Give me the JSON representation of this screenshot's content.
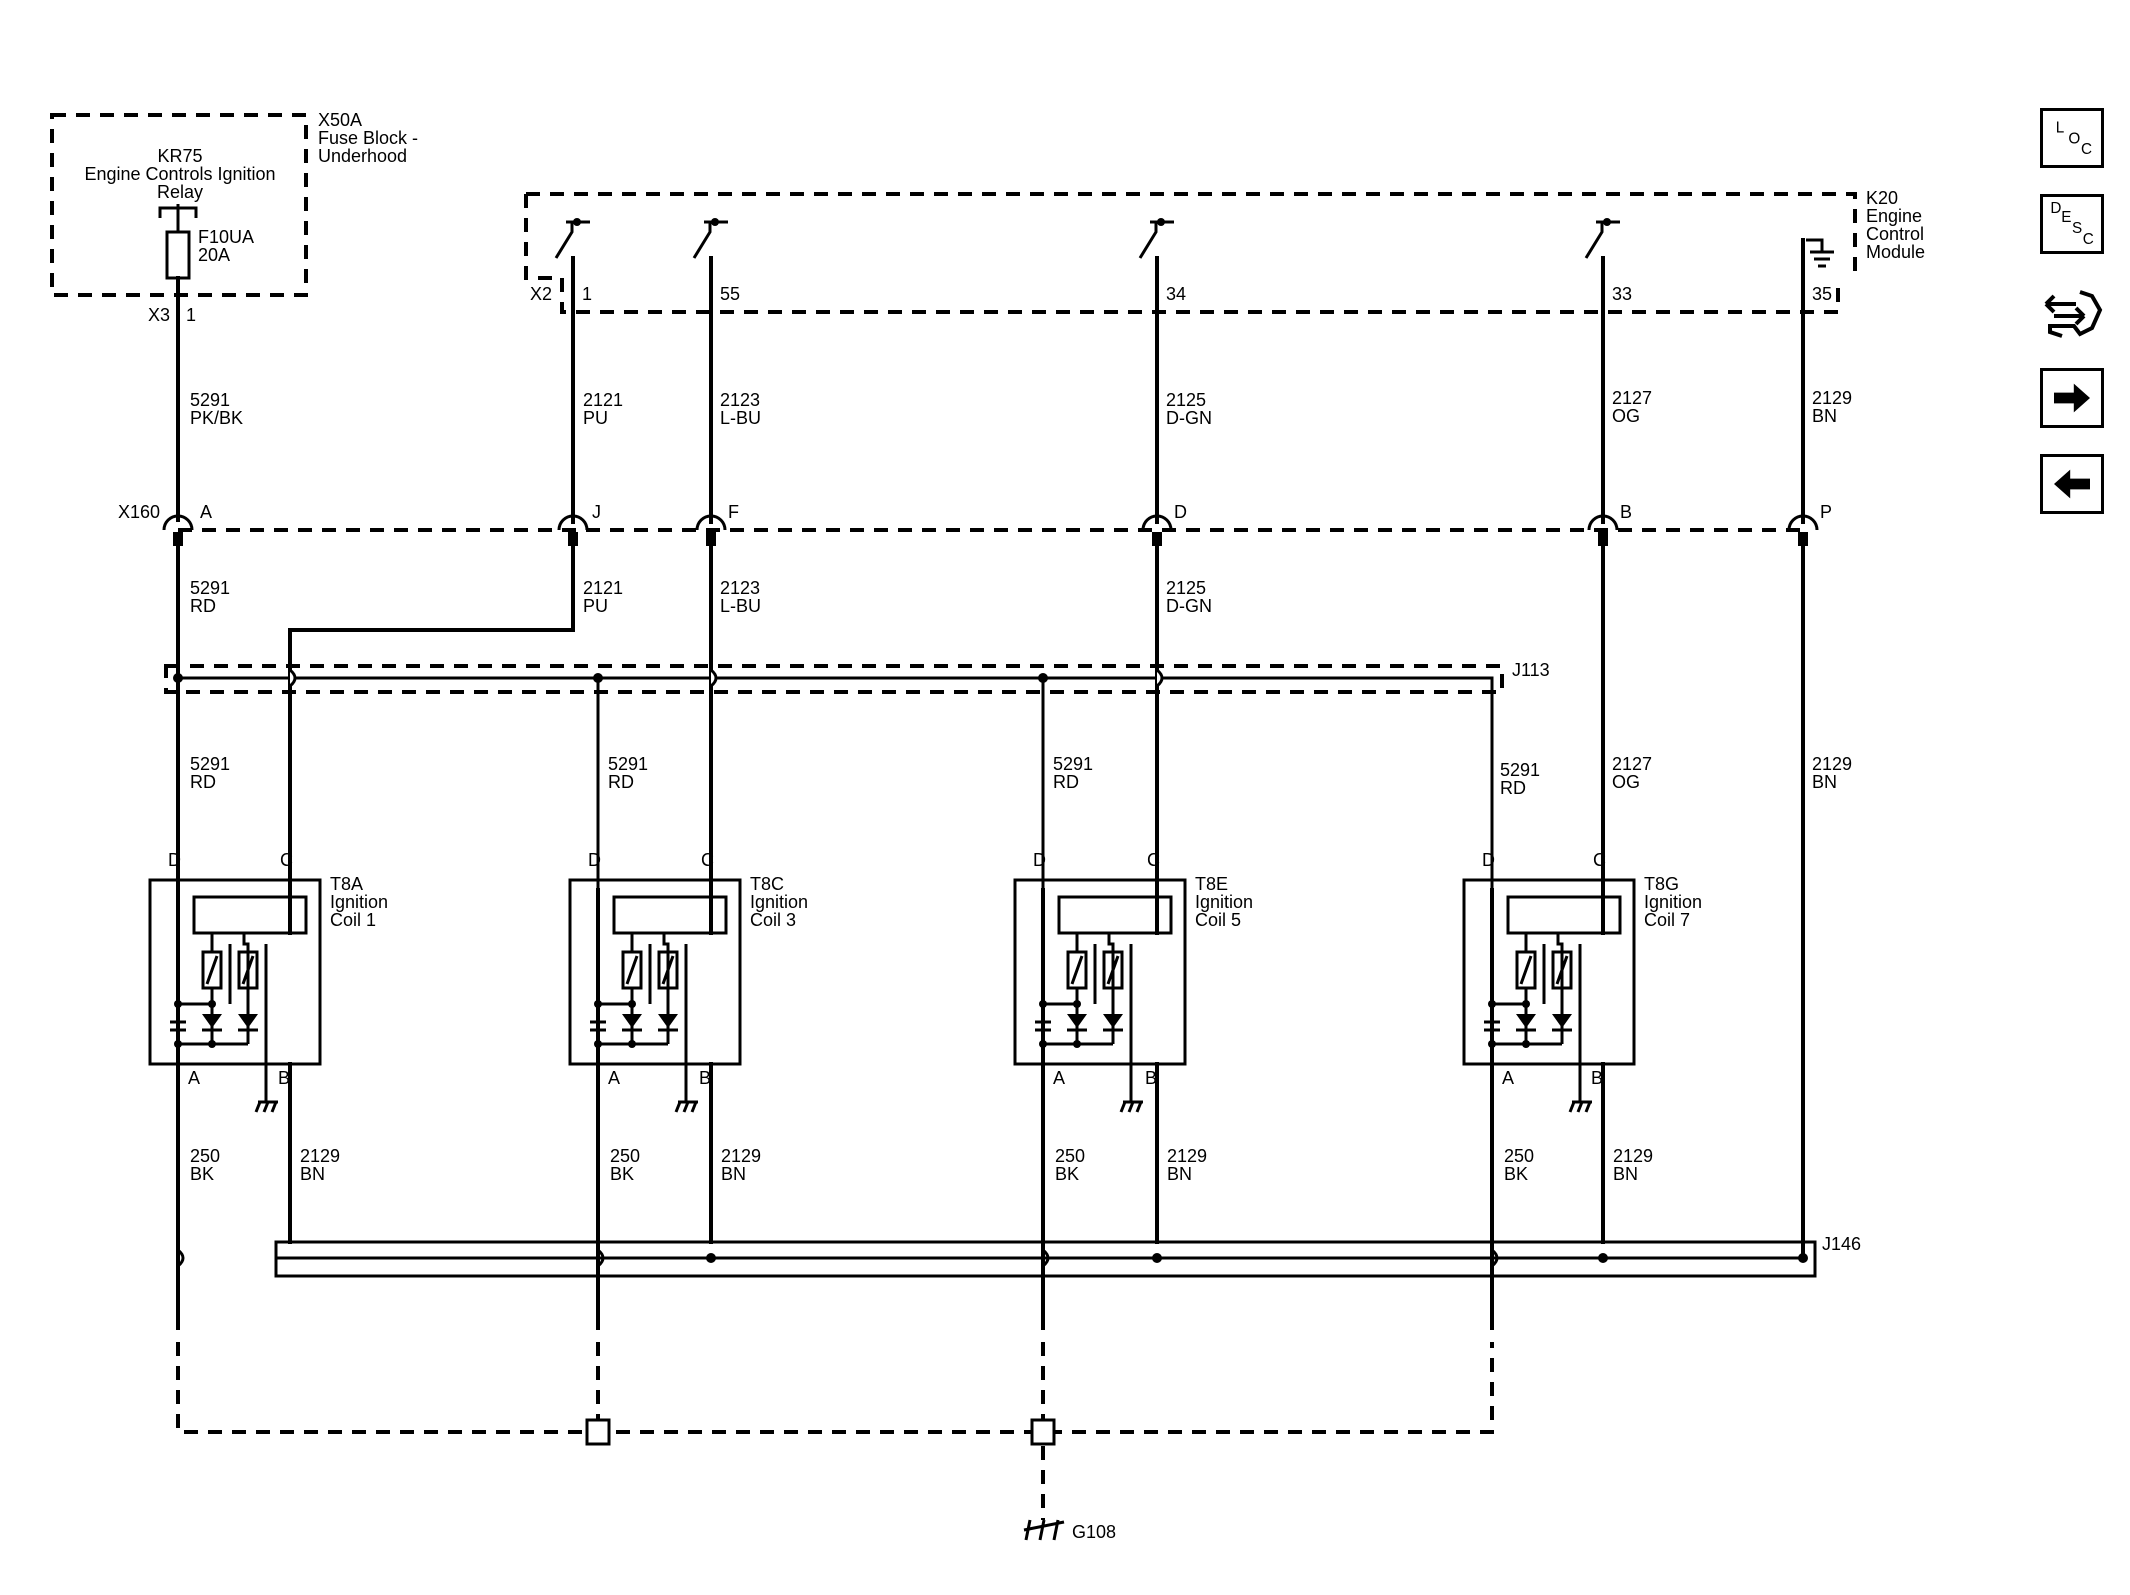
{
  "relay_box": {
    "id": "X50A",
    "title_lines": [
      "Fuse Block -",
      "Underhood"
    ],
    "relay_id": "KR75",
    "relay_name": "Engine Controls Ignition",
    "relay_name2": "Relay",
    "fuse_id": "F10UA",
    "fuse_rating": "20A",
    "connector": "X3",
    "pin": "1"
  },
  "ecm": {
    "id": "K20",
    "lines": [
      "Engine",
      "Control",
      "Module"
    ],
    "connector": "X2",
    "pins": [
      "1",
      "55",
      "34",
      "33",
      "35"
    ]
  },
  "wire_labels": {
    "pwr": {
      "num": "5291",
      "color_top": "PK/BK",
      "color_bottom": "RD"
    },
    "w2121": {
      "num": "2121",
      "color": "PU"
    },
    "w2123": {
      "num": "2123",
      "color": "L-BU"
    },
    "w2125": {
      "num": "2125",
      "color": "D-GN"
    },
    "w2127": {
      "num": "2127",
      "color": "OG"
    },
    "w2129": {
      "num": "2129",
      "color": "BN"
    },
    "w250": {
      "num": "250",
      "color": "BK"
    }
  },
  "inline_connector": {
    "id": "X160",
    "pins": [
      "A",
      "J",
      "F",
      "D",
      "B",
      "P"
    ]
  },
  "splices": {
    "top": "J113",
    "bottom": "J146"
  },
  "coil_pins": {
    "d": "D",
    "c": "C",
    "a": "A",
    "b": "B"
  },
  "coils": [
    {
      "id": "T8A",
      "name": "Ignition",
      "name2": "Coil 1"
    },
    {
      "id": "T8C",
      "name": "Ignition",
      "name2": "Coil 3"
    },
    {
      "id": "T8E",
      "name": "Ignition",
      "name2": "Coil 5"
    },
    {
      "id": "T8G",
      "name": "Ignition",
      "name2": "Coil 7"
    }
  ],
  "ground": {
    "id": "G108"
  },
  "nav": {
    "loc": [
      "L",
      "O",
      "C"
    ],
    "desc": [
      "D",
      "E",
      "S",
      "C"
    ],
    "icons": [
      "connector-tool-icon",
      "arrow-right-icon",
      "arrow-left-icon"
    ]
  }
}
